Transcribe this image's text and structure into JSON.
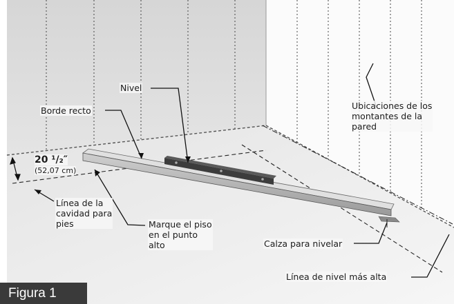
{
  "labels": {
    "nivel": "Nivel",
    "borde_recto": "Borde recto",
    "ubicaciones": "Ubicaciones de los\nmontantes de la\npared",
    "dimension_main": "20 ¹/₂″",
    "dimension_metric": "(52,07 cm)",
    "linea_cavidad": "Línea de la\ncavidad para\npies",
    "marque_piso": "Marque el piso\nen el punto\nalto",
    "calza": "Calza para nivelar",
    "linea_nivel": "Línea de nivel más alta"
  },
  "figure_label": "Figura 1",
  "colors": {
    "figure_tab": "#3a3a3a",
    "back_wall": "#d9d9d9",
    "right_wall": "#fbfbfb",
    "floor": "#eeeeee"
  }
}
